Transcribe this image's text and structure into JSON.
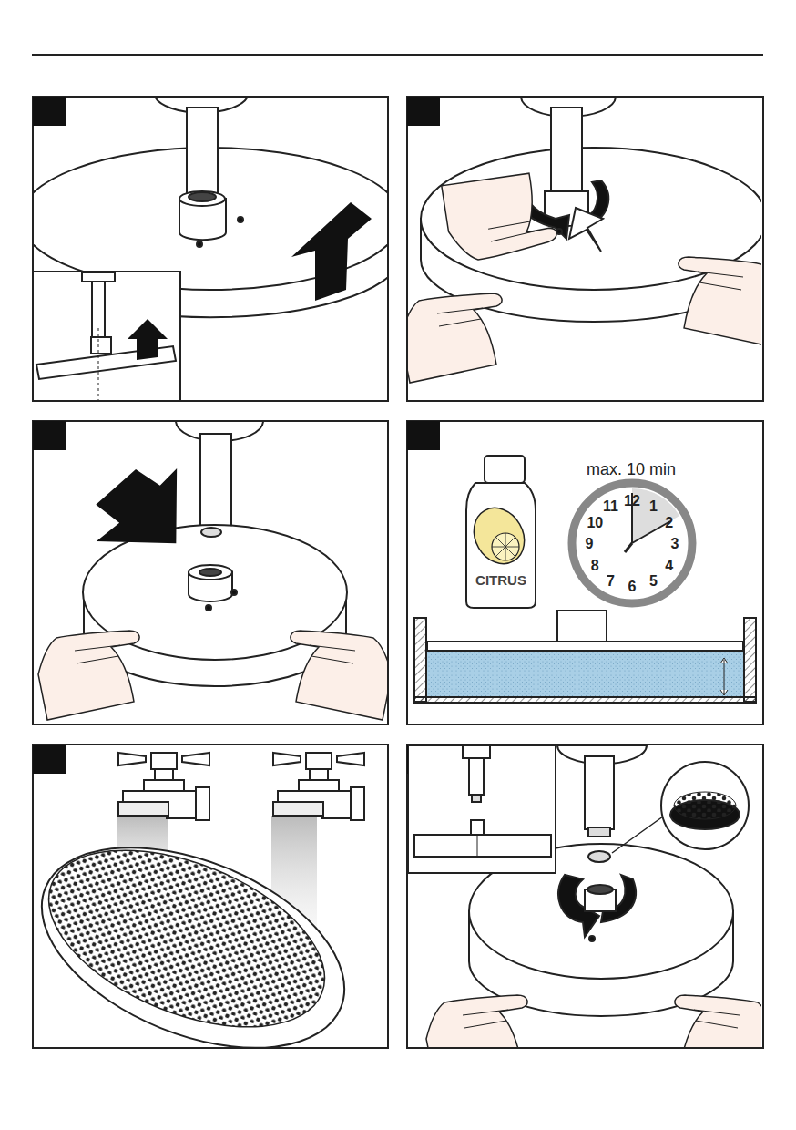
{
  "diagram": {
    "labels": [
      "max. 10 min",
      "CITRUS",
      "12",
      "1",
      "2",
      "3",
      "4",
      "5",
      "6",
      "7",
      "8",
      "9",
      "10",
      "11"
    ]
  }
}
